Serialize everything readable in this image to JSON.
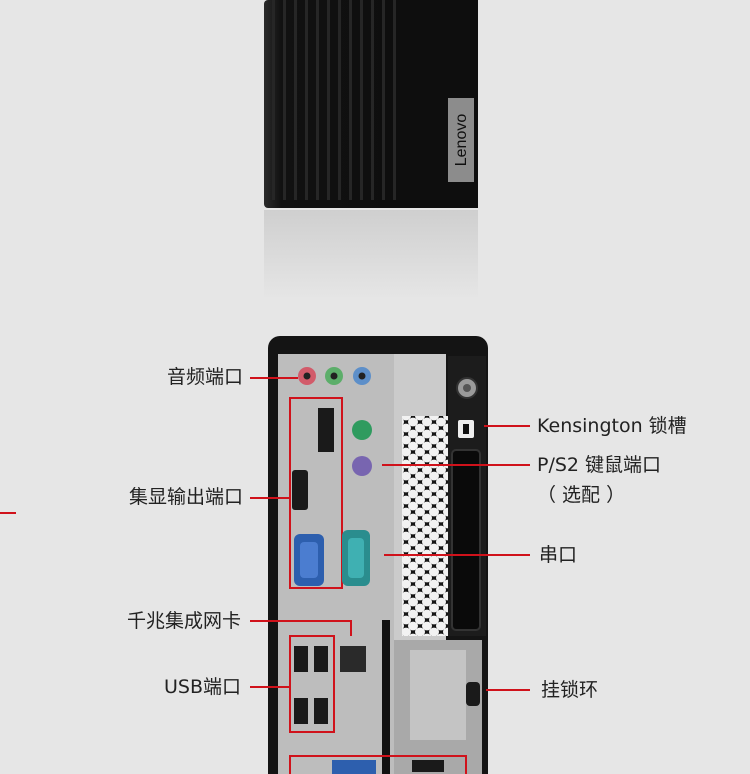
{
  "product": {
    "brand_logo": "Lenovo"
  },
  "callouts": {
    "audio_ports": "音频端口",
    "display_ports": "集显输出端口",
    "gigabit_lan": "千兆集成网卡",
    "usb_ports": "USB端口",
    "kensington_lock": "Kensington 锁槽",
    "ps2_ports": "P/S2 键鼠端口",
    "ps2_optional": "（ 选配 ）",
    "serial_port": "串口",
    "padlock_loop": "挂锁环"
  },
  "colors": {
    "leader_red": "#d0121b",
    "background": "#e6e6e6",
    "chassis_black": "#161616",
    "io_plate": "#bdbdbd",
    "audio_pink": "#d25b6a",
    "audio_green": "#5cae6a",
    "audio_blue": "#5d8fc9",
    "ps2_green": "#2f9b5f",
    "ps2_purple": "#7865b0",
    "vga_blue": "#2d5fae",
    "serial_teal": "#2a8d8e"
  },
  "icons": [
    "audio-jack-icon",
    "displayport-icon",
    "hdmi-icon",
    "vga-icon",
    "ps2-icon",
    "serial-port-icon",
    "rj45-icon",
    "usb-icon",
    "kensington-slot-icon",
    "padlock-loop-icon"
  ]
}
